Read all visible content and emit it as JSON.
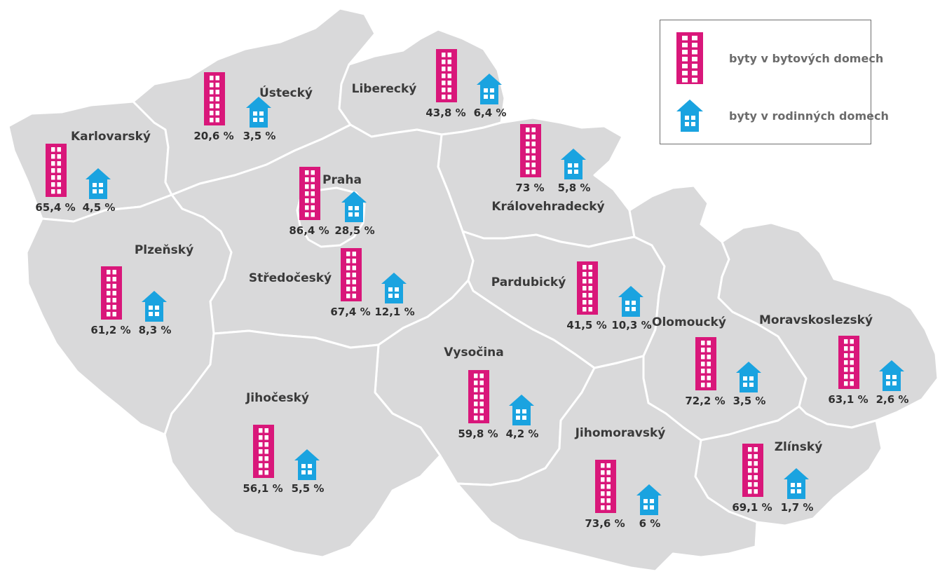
{
  "legend": {
    "apartments_label": "byty v bytových domech",
    "houses_label": "byty v rodinných domech"
  },
  "colors": {
    "apartment": "#d9177a",
    "house": "#1aa3e0",
    "land": "#d9d9da",
    "border": "#ffffff"
  },
  "icons": {
    "apartment": "apartment-building-icon",
    "house": "family-house-icon"
  },
  "regions": [
    {
      "name": "Karlovarský",
      "apartments": "65,4 %",
      "houses": "4,5 %"
    },
    {
      "name": "Ústecký",
      "apartments": "20,6 %",
      "houses": "3,5 %"
    },
    {
      "name": "Liberecký",
      "apartments": "43,8 %",
      "houses": "6,4 %"
    },
    {
      "name": "Královehradecký",
      "apartments": "73 %",
      "houses": "5,8 %"
    },
    {
      "name": "Praha",
      "apartments": "86,4 %",
      "houses": "28,5 %"
    },
    {
      "name": "Plzeňský",
      "apartments": "61,2 %",
      "houses": "8,3 %"
    },
    {
      "name": "Středočeský",
      "apartments": "67,4 %",
      "houses": "12,1 %"
    },
    {
      "name": "Pardubický",
      "apartments": "41,5 %",
      "houses": "10,3 %"
    },
    {
      "name": "Olomoucký",
      "apartments": "72,2 %",
      "houses": "3,5 %"
    },
    {
      "name": "Moravskoslezský",
      "apartments": "63,1 %",
      "houses": "2,6 %"
    },
    {
      "name": "Vysočina",
      "apartments": "59,8 %",
      "houses": "4,2 %"
    },
    {
      "name": "Jihočeský",
      "apartments": "56,1 %",
      "houses": "5,5 %"
    },
    {
      "name": "Jihomoravský",
      "apartments": "73,6 %",
      "houses": "6 %"
    },
    {
      "name": "Zlínský",
      "apartments": "69,1 %",
      "houses": "1,7 %"
    }
  ]
}
